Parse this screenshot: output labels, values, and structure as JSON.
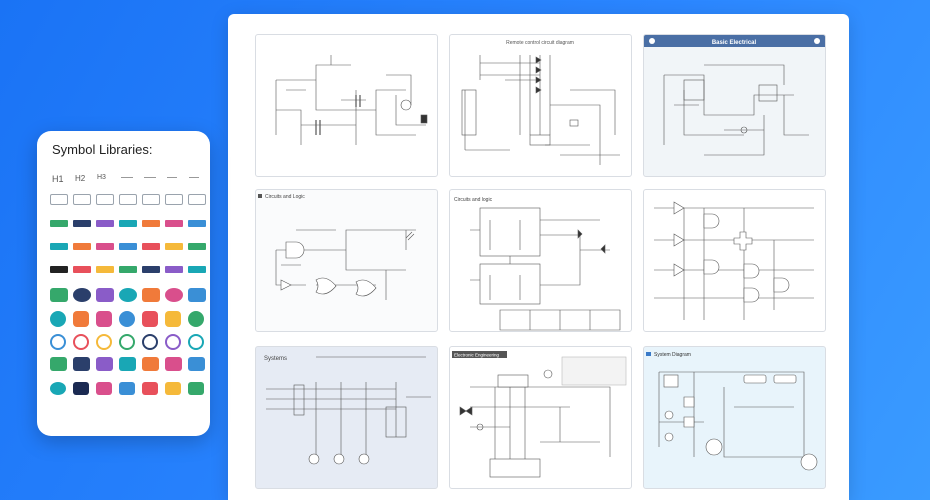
{
  "side_panel": {
    "title": "Symbol Libraries:",
    "heading_samples": [
      "H1",
      "H2",
      "H3"
    ]
  },
  "cards": [
    {
      "title": "Remote control circuit diagram"
    },
    {
      "title": "Basic Electrical"
    },
    {
      "title": "Circuits and Logic"
    },
    {
      "title": "Circuits and logic"
    },
    {
      "title": "Systems"
    },
    {
      "title": "Electronic Engineering"
    },
    {
      "title": "System Diagram"
    }
  ],
  "colors": {
    "background": "#1a73f5",
    "panel": "#ffffff",
    "accent": "#4a6fa5"
  }
}
